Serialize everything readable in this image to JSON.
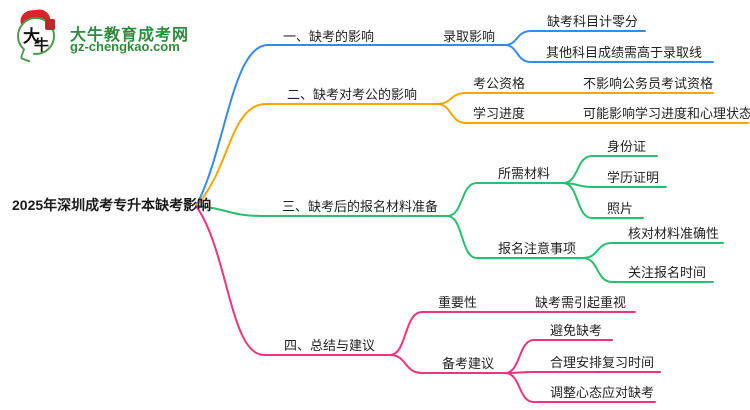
{
  "logo": {
    "icon_char_1": "大",
    "icon_char_2": "牛",
    "site_name": "大牛教育成考网",
    "site_url": "gz-chengkao.com",
    "brand_green": "#2e8b3c",
    "brand_red": "#d6262b"
  },
  "mindmap": {
    "root_label": "2025年深圳成考专升本缺考影响",
    "branches": [
      {
        "label": "一、缺考的影响",
        "color": "#338af2",
        "children": [
          {
            "label": "录取影响",
            "children": [
              {
                "label": "缺考科目计零分"
              },
              {
                "label": "其他科目成绩需高于录取线"
              }
            ]
          }
        ]
      },
      {
        "label": "二、缺考对考公的影响",
        "color": "#ffa502",
        "children": [
          {
            "label": "考公资格",
            "children": [
              {
                "label": "不影响公务员考试资格"
              }
            ]
          },
          {
            "label": "学习进度",
            "children": [
              {
                "label": "可能影响学习进度和心理状态"
              }
            ]
          }
        ]
      },
      {
        "label": "三、缺考后的报名材料准备",
        "color": "#2cbe6e",
        "children": [
          {
            "label": "所需材料",
            "children": [
              {
                "label": "身份证"
              },
              {
                "label": "学历证明"
              },
              {
                "label": "照片"
              }
            ]
          },
          {
            "label": "报名注意事项",
            "children": [
              {
                "label": "核对材料准确性"
              },
              {
                "label": "关注报名时间"
              }
            ]
          }
        ]
      },
      {
        "label": "四、总结与建议",
        "color": "#f1337e",
        "children": [
          {
            "label": "重要性",
            "children": [
              {
                "label": "缺考需引起重视"
              }
            ]
          },
          {
            "label": "备考建议",
            "children": [
              {
                "label": "避免缺考"
              },
              {
                "label": "合理安排复习时间"
              },
              {
                "label": "调整心态应对缺考"
              }
            ]
          }
        ]
      }
    ]
  }
}
